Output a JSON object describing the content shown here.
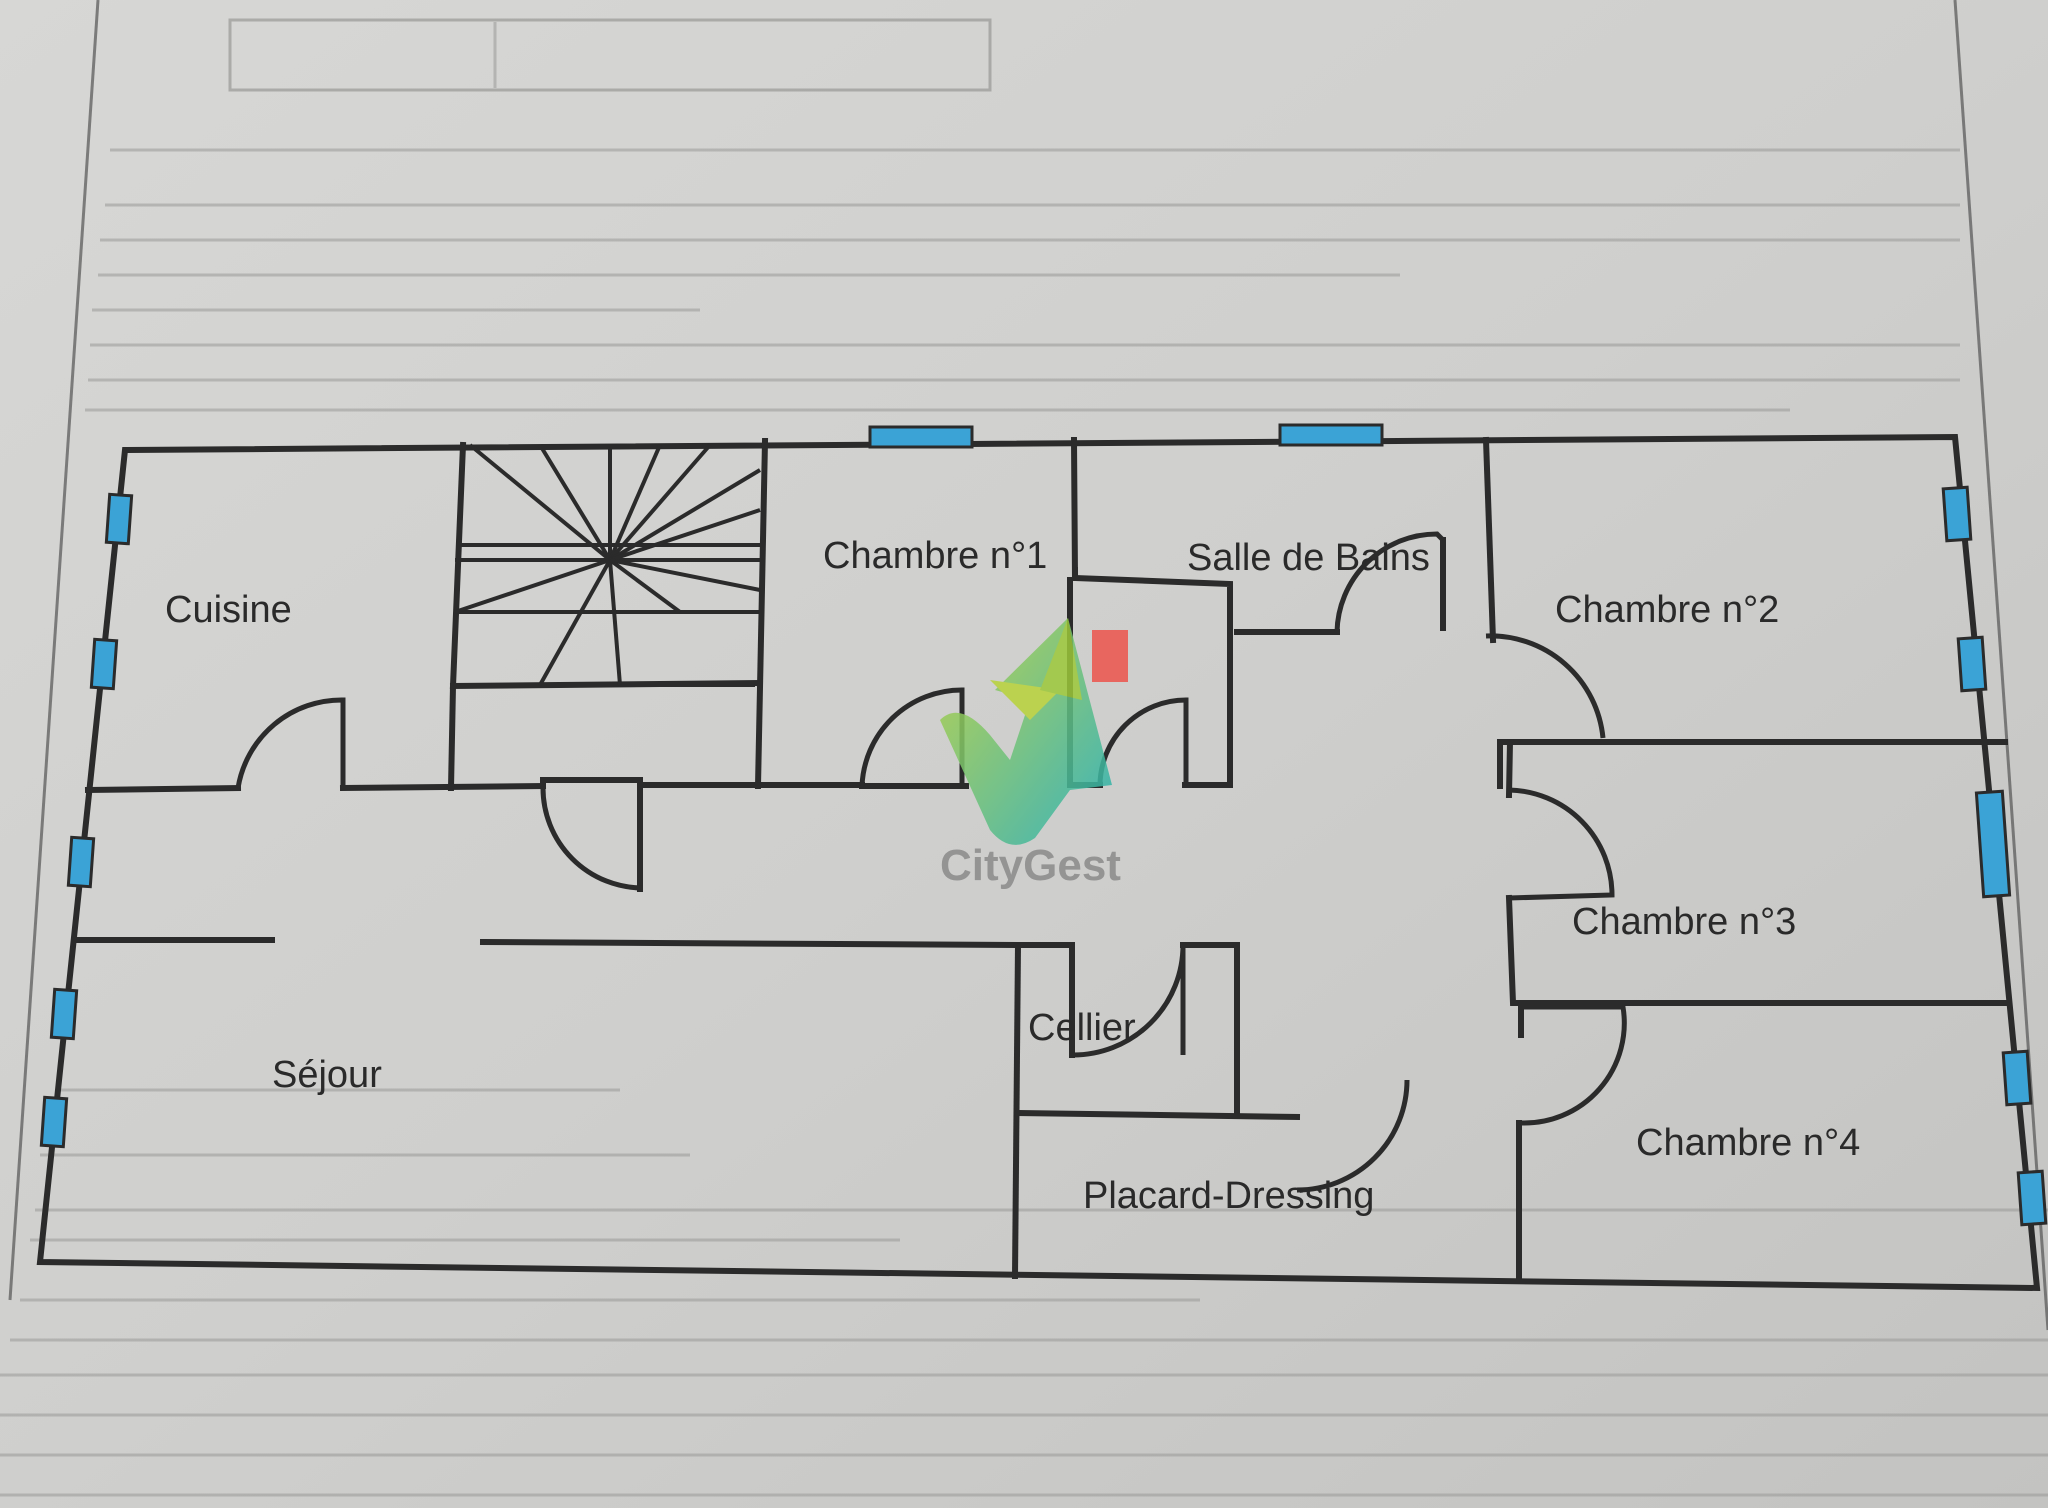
{
  "rooms": {
    "cuisine": "Cuisine",
    "chambre1": "Chambre n°1",
    "salle_de_bains": "Salle de Bains",
    "chambre2": "Chambre n°2",
    "chambre3": "Chambre n°3",
    "chambre4": "Chambre n°4",
    "cellier": "Cellier",
    "sejour": "Séjour",
    "placard_dressing": "Placard-Dressing"
  },
  "watermark": {
    "brand": "CityGest",
    "icon": "citygest-logo-icon"
  },
  "colors": {
    "window": "#3ba3d6",
    "marker": "#e8665f",
    "logo_green": "#9cc83a",
    "logo_teal": "#2ab3b3"
  }
}
